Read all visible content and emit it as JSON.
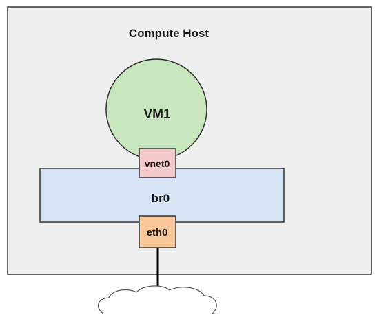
{
  "host": {
    "label": "Compute Host",
    "fill": "#efefef",
    "stroke": "#333333"
  },
  "vm": {
    "label": "VM1",
    "fill": "#c9e7bf",
    "stroke": "#2b2b2b"
  },
  "vnet": {
    "label": "vnet0",
    "fill": "#f4c9c9"
  },
  "bridge": {
    "label": "br0",
    "fill": "#d6e3f5"
  },
  "eth": {
    "label": "eth0",
    "fill": "#f8c79a"
  },
  "network": {
    "icon": "cloud-icon"
  }
}
